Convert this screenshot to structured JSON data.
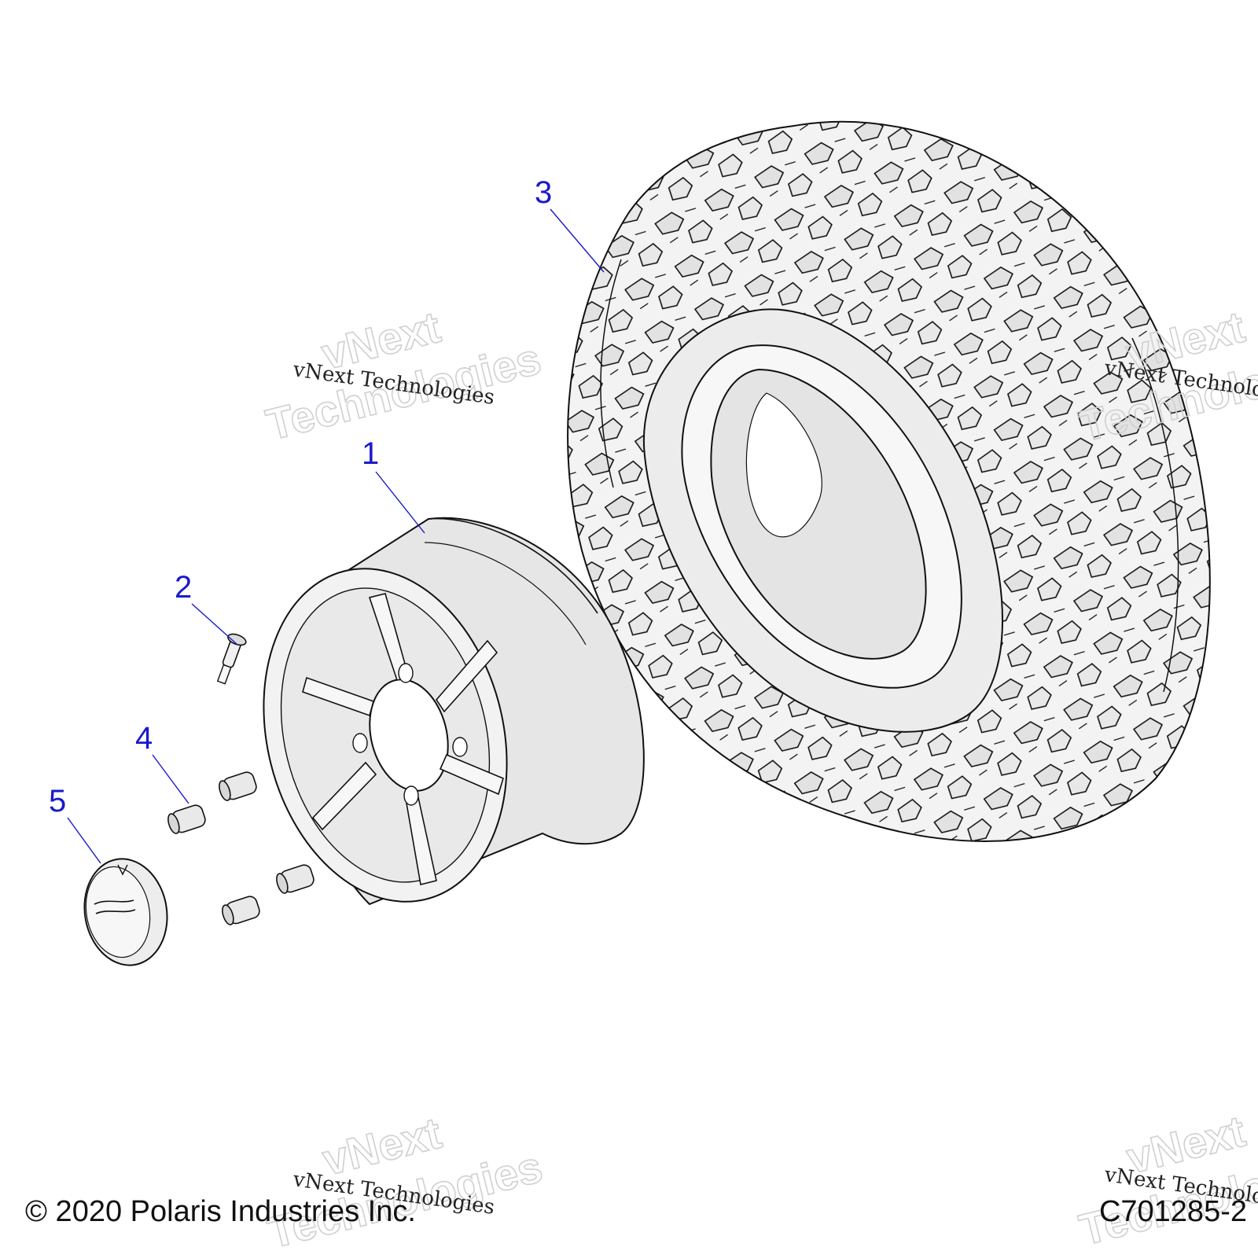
{
  "callouts": [
    {
      "id": "1",
      "label": "1"
    },
    {
      "id": "2",
      "label": "2"
    },
    {
      "id": "3",
      "label": "3"
    },
    {
      "id": "4",
      "label": "4"
    },
    {
      "id": "5",
      "label": "5"
    }
  ],
  "watermark": {
    "small_text": "vNext Technologies",
    "outline_line1": "vNext",
    "outline_line2": "Technologies"
  },
  "footer": {
    "copyright": "© 2020 Polaris Industries Inc.",
    "figure_id": "C701285-2"
  },
  "colors": {
    "callout": "#1a1acc",
    "line": "#111111",
    "part_fill": "#ececec",
    "part_shade": "#d6d6d6",
    "watermark": "#d0d0d0"
  }
}
